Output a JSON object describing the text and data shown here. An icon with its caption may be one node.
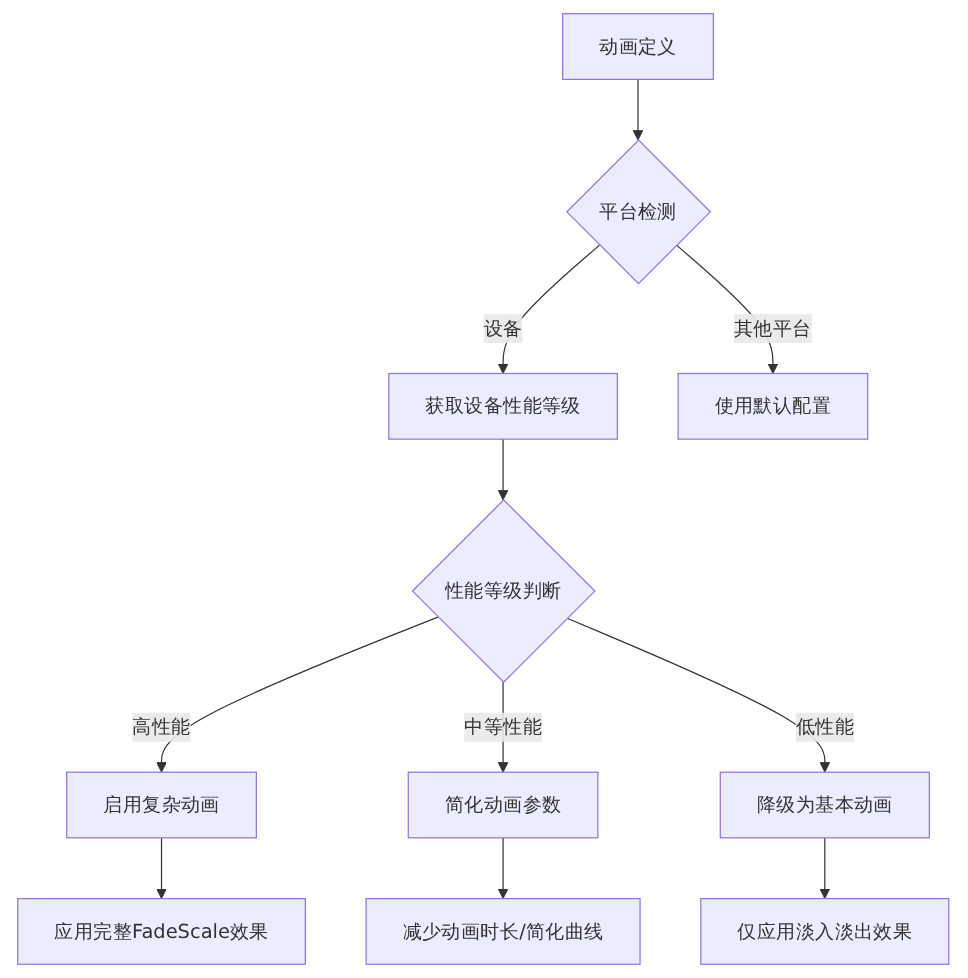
{
  "diagram": {
    "nodes": [
      {
        "text": [
          "动画定义"
        ]
      },
      {
        "text": [
          "平台检测"
        ]
      },
      {
        "text": [
          "获取设备性能等级"
        ]
      },
      {
        "text": [
          "使用默认配置"
        ]
      },
      {
        "text": [
          "性能等级判断"
        ]
      },
      {
        "text": [
          "启用复杂动画"
        ]
      },
      {
        "text": [
          "简化动画参数"
        ]
      },
      {
        "text": [
          "降级为基本动画"
        ]
      },
      {
        "text": [
          "应用完整FadeScale效果"
        ]
      },
      {
        "text": [
          "减少动画时长/简化曲线"
        ]
      },
      {
        "text": [
          "仅应用淡入淡出效果"
        ]
      }
    ],
    "edges": [
      {
        "from": 0,
        "to": 1,
        "arrow": "to"
      },
      {
        "from": 1,
        "to": 2,
        "arrow": "to",
        "label": "设备"
      },
      {
        "from": 1,
        "to": 3,
        "arrow": "to",
        "label": "其他平台"
      },
      {
        "from": 2,
        "to": 4,
        "arrow": "to"
      },
      {
        "from": 4,
        "to": 5,
        "arrow": "to",
        "label": "高性能"
      },
      {
        "from": 4,
        "to": 6,
        "arrow": "to",
        "label": "中等性能"
      },
      {
        "from": 4,
        "to": 7,
        "arrow": "to",
        "label": "低性能"
      },
      {
        "from": 5,
        "to": 8,
        "arrow": "to"
      },
      {
        "from": 6,
        "to": 9,
        "arrow": "to"
      },
      {
        "from": 7,
        "to": 10,
        "arrow": "to"
      }
    ]
  }
}
